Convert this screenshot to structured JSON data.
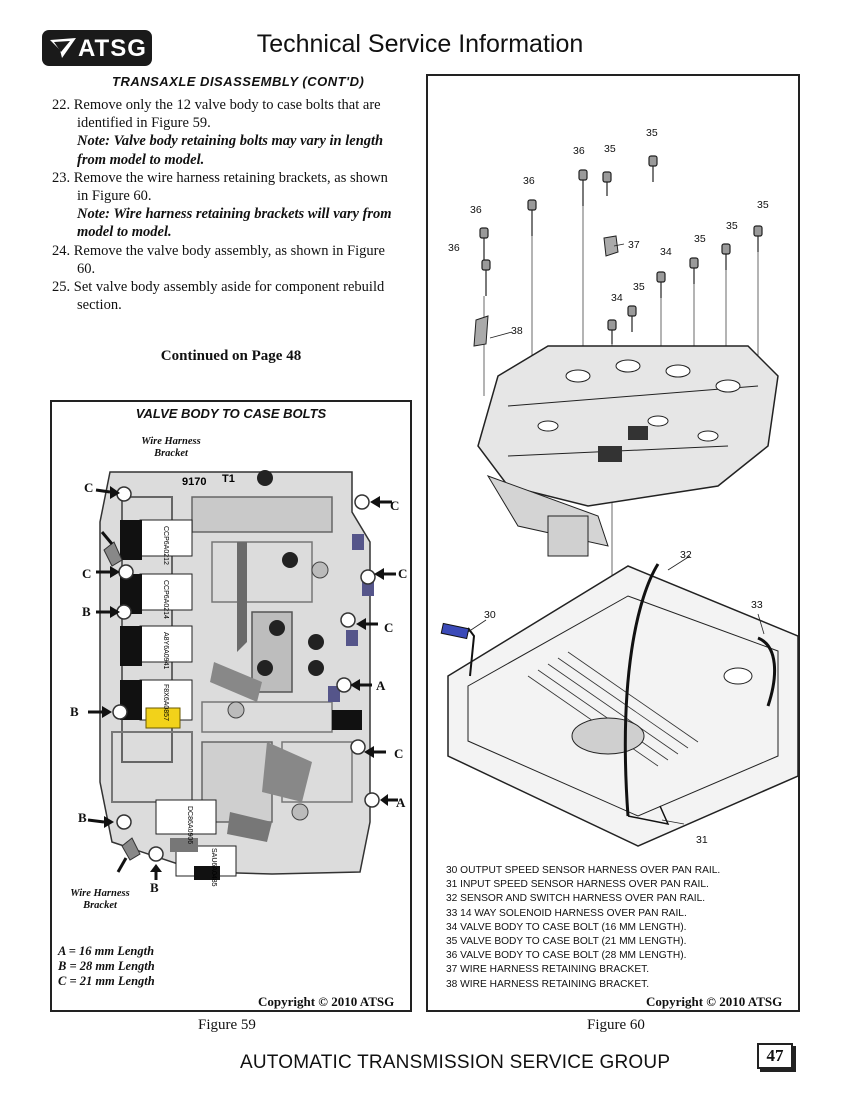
{
  "header": {
    "logo_text": "ATSG",
    "title": "Technical Service Information"
  },
  "section_title": "TRANSAXLE DISASSEMBLY (CONT'D)",
  "steps": [
    {
      "text": "22. Remove only the 12 valve body to case bolts that are identified in Figure 59.",
      "note": "Note: Valve body retaining bolts may vary in length from model to model."
    },
    {
      "text": "23. Remove the wire harness retaining brackets, as shown in Figure 60.",
      "note": "Note: Wire harness retaining brackets will vary from model to model."
    },
    {
      "text": "24. Remove the valve body assembly, as shown in Figure 60.",
      "note": ""
    },
    {
      "text": "25. Set valve body assembly aside for component rebuild section.",
      "note": ""
    }
  ],
  "continued": "Continued on Page 48",
  "figure59": {
    "title": "VALVE BODY TO CASE BOLTS",
    "wire_harness_top": "Wire Harness Bracket",
    "wire_harness_bottom": "Wire Harness Bracket",
    "casting_marks": [
      "9170",
      "T1"
    ],
    "solenoid_codes": [
      "CCP6A0212",
      "CCP6A0214",
      "A8Y6A0941",
      "F8X6A0857",
      "DC86A0906",
      "SAU6A0485"
    ],
    "bolt_letters": {
      "a": "A",
      "b": "B",
      "c": "C"
    },
    "lengths": [
      "A = 16 mm Length",
      "B = 28 mm Length",
      "C = 21 mm Length"
    ],
    "copyright": "Copyright © 2010 ATSG",
    "caption": "Figure 59"
  },
  "figure60": {
    "callouts": [
      "30",
      "31",
      "32",
      "33",
      "34",
      "35",
      "36",
      "37",
      "38"
    ],
    "legend": [
      "30  OUTPUT SPEED SENSOR HARNESS OVER PAN RAIL.",
      "31  INPUT SPEED SENSOR HARNESS OVER PAN RAIL.",
      "32  SENSOR AND SWITCH HARNESS OVER PAN RAIL.",
      "33  14 WAY SOLENOID HARNESS OVER PAN RAIL.",
      "34  VALVE BODY  TO CASE BOLT  (16 MM LENGTH).",
      "35  VALVE BODY  TO CASE BOLT  (21 MM LENGTH).",
      "36  VALVE BODY  TO CASE BOLT  (28 MM LENGTH).",
      "37  WIRE HARNESS RETAINING BRACKET.",
      "38  WIRE HARNESS RETAINING BRACKET."
    ],
    "copyright": "Copyright © 2010 ATSG",
    "caption": "Figure 60"
  },
  "footer": {
    "org": "AUTOMATIC TRANSMISSION SERVICE GROUP",
    "page": "47"
  },
  "colors": {
    "solenoid_yellow": "#f2d21a",
    "clip_purple": "#55558a",
    "sensor_blue": "#3b4ab8",
    "ink": "#111111"
  }
}
